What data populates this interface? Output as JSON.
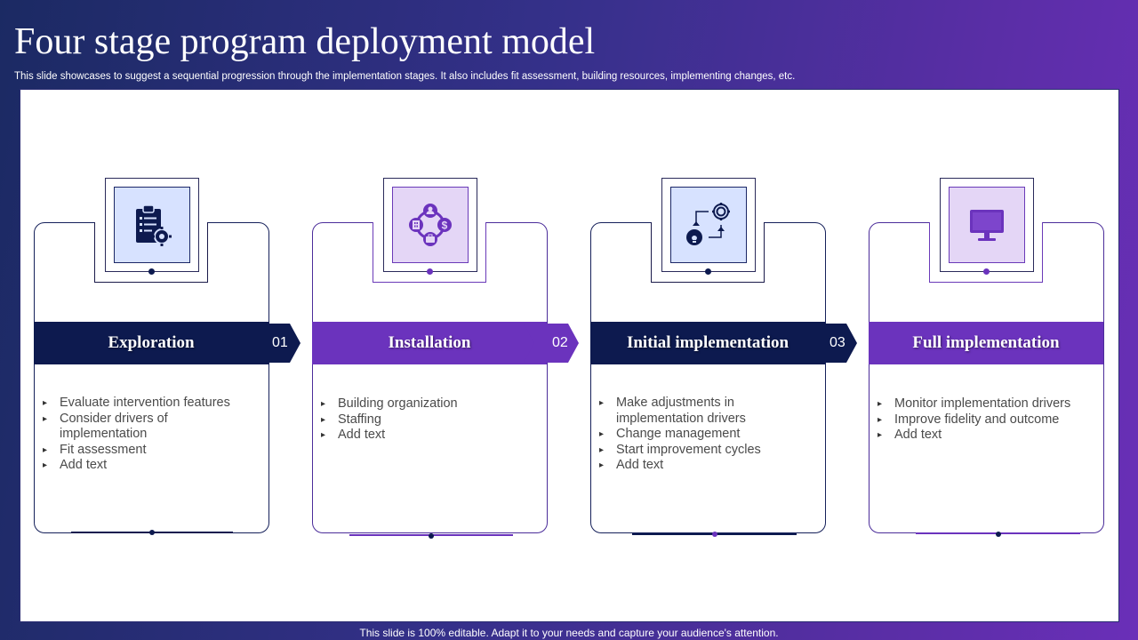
{
  "header": {
    "title": "Four stage program deployment model",
    "subtitle": "This slide showcases to suggest a sequential progression through the implementation stages. It also includes fit assessment, building resources, implementing changes, etc."
  },
  "footer": "This slide is 100% editable. Adapt it to your needs and capture your audience's attention.",
  "colors": {
    "navy": "#0d1a4f",
    "purple": "#6b33bd",
    "icon_blue_bg": "#d7e2ff",
    "icon_lavender_bg": "#e4d6f6"
  },
  "stages": [
    {
      "title": "Exploration",
      "icon": "clipboard-gear-icon",
      "points": [
        "Evaluate intervention features",
        "Consider drivers of implementation",
        "Fit assessment",
        "Add text"
      ]
    },
    {
      "title": "Installation",
      "icon": "resources-cycle-icon",
      "points": [
        "Building organization",
        "Staffing",
        "Add text"
      ]
    },
    {
      "title": "Initial implementation",
      "icon": "process-cycle-icon",
      "points": [
        "Make adjustments in implementation drivers",
        "Change management",
        "Start improvement cycles",
        "Add text"
      ]
    },
    {
      "title": "Full implementation",
      "icon": "monitor-icon",
      "points": [
        "Monitor implementation drivers",
        "Improve fidelity and outcome",
        "Add text"
      ]
    }
  ],
  "connectors": [
    "01",
    "02",
    "03"
  ]
}
